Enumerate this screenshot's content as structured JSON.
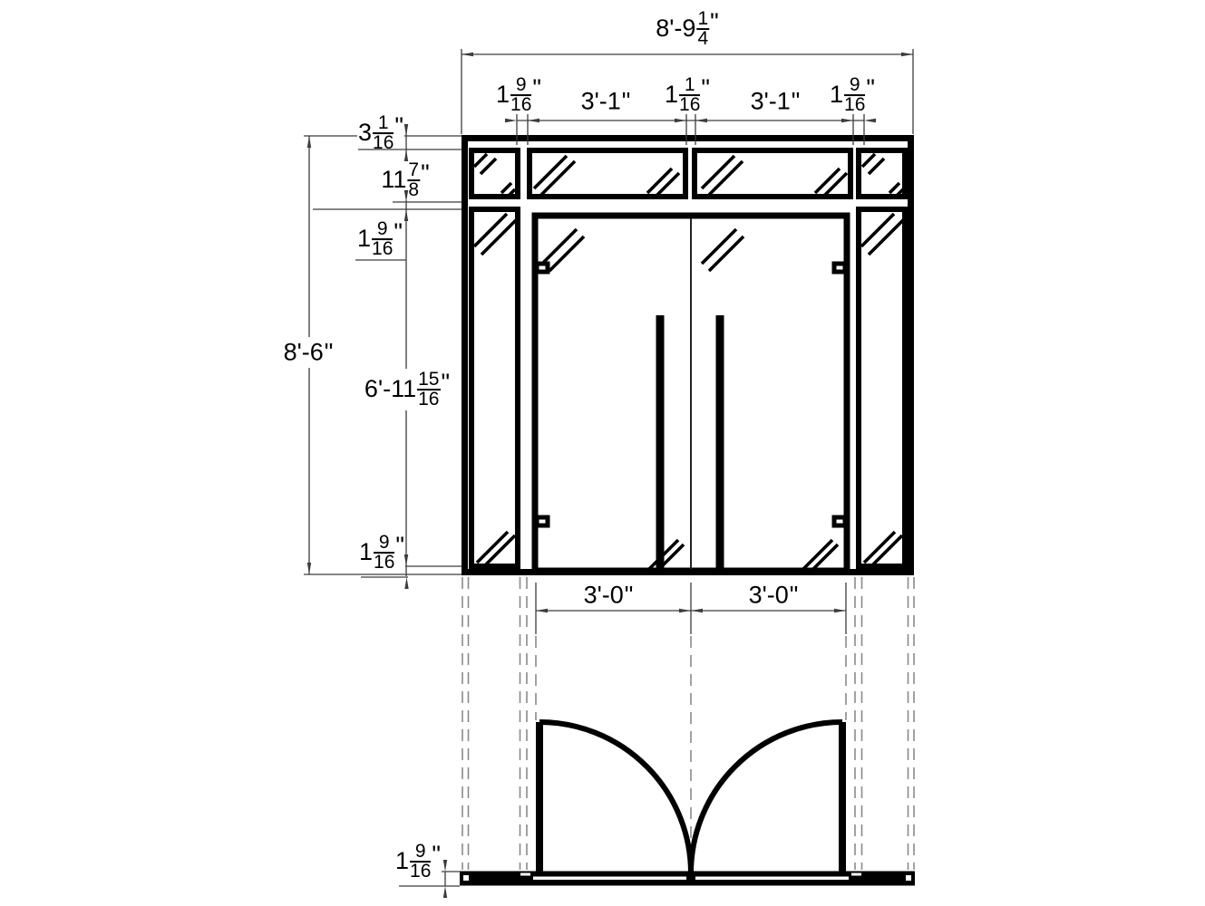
{
  "colors": {
    "drawing_line": "#000000",
    "dimension_line": "#3c3c3c",
    "projection_dash": "#8a8a8a",
    "background": "#ffffff"
  },
  "dimensions": {
    "overall_width": {
      "prefix": "8'-9",
      "num": "1",
      "den": "4",
      "suffix": "\""
    },
    "transom_mullion_left": {
      "prefix": "1",
      "num": "9",
      "den": "16",
      "suffix": "\""
    },
    "transom_glass_left": {
      "prefix": "3'-1",
      "suffix": "\""
    },
    "transom_mullion_center": {
      "prefix": "1",
      "num": "1",
      "den": "16",
      "suffix": "\""
    },
    "transom_glass_right": {
      "prefix": "3'-1",
      "suffix": "\""
    },
    "transom_mullion_right": {
      "prefix": "1",
      "num": "9",
      "den": "16",
      "suffix": "\""
    },
    "head_frame": {
      "prefix": "3",
      "num": "1",
      "den": "16",
      "suffix": "\""
    },
    "transom_height": {
      "prefix": "11",
      "num": "7",
      "den": "8",
      "suffix": "\""
    },
    "transom_rail": {
      "prefix": "1",
      "num": "9",
      "den": "16",
      "suffix": "\""
    },
    "overall_height": {
      "prefix": "8'-6",
      "suffix": "\""
    },
    "door_height": {
      "prefix": "6'-11",
      "num": "15",
      "den": "16",
      "suffix": "\""
    },
    "bottom_rail": {
      "prefix": "1",
      "num": "9",
      "den": "16",
      "suffix": "\""
    },
    "door_leaf_left_width": {
      "prefix": "3'-0",
      "suffix": "\""
    },
    "door_leaf_right_width": {
      "prefix": "3'-0",
      "suffix": "\""
    },
    "threshold_height": {
      "prefix": "1",
      "num": "9",
      "den": "16",
      "suffix": "\""
    }
  }
}
